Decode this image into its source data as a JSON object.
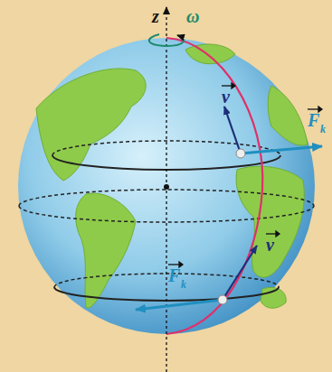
{
  "diagram": {
    "labels": [
      "z",
      "ω",
      "v",
      "F",
      "k",
      "v",
      "F",
      "k"
    ]
  }
}
